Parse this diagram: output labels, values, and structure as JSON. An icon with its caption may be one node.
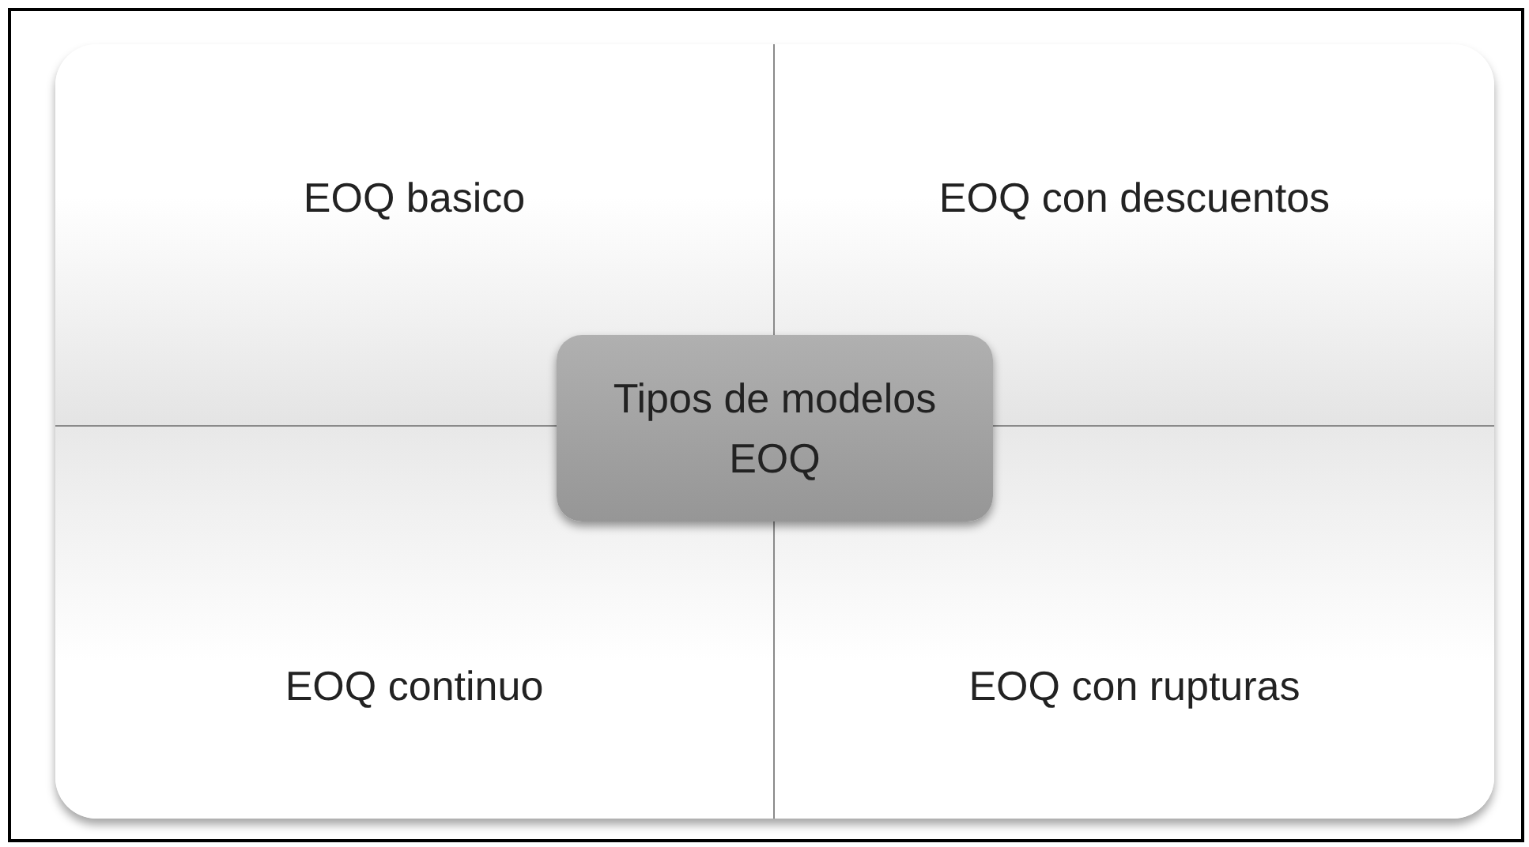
{
  "diagram": {
    "nodes": [
      {
        "text": [
          "EOQ basico"
        ]
      },
      {
        "text": [
          "EOQ con descuentos"
        ]
      },
      {
        "text": [
          "Tipos de modelos EOQ"
        ]
      },
      {
        "text": [
          "EOQ continuo"
        ]
      },
      {
        "text": [
          "EOQ con rupturas"
        ]
      }
    ]
  }
}
